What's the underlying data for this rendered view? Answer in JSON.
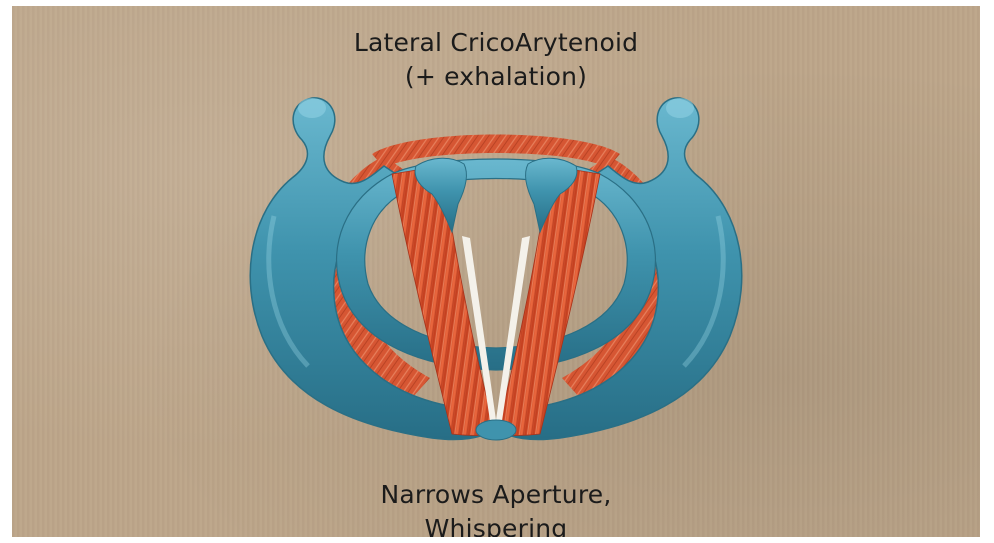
{
  "caption_top": {
    "line1": "Lateral CricoArytenoid",
    "line2": "(+ exhalation)"
  },
  "caption_bottom": {
    "line1": "Narrows Aperture,",
    "line2": "Whispering"
  },
  "colors": {
    "background": "#bda68a",
    "cartilage": "#3f93ad",
    "muscle": "#d9502c",
    "vocal_fold": "#f4f1ea"
  }
}
